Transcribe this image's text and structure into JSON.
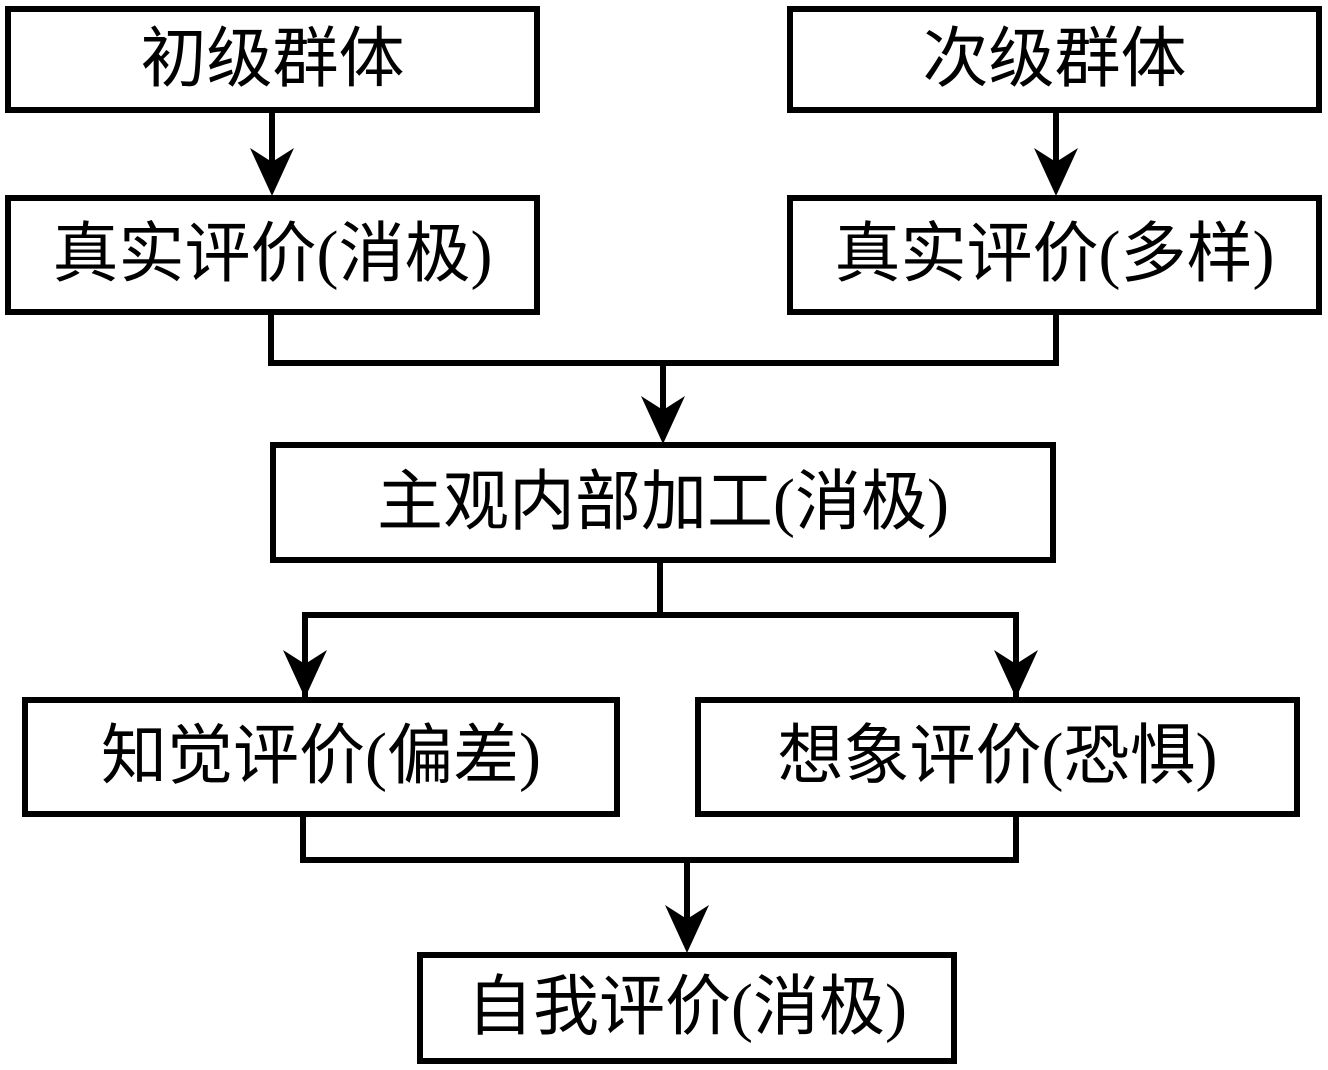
{
  "diagram": {
    "type": "flowchart",
    "background_color": "#ffffff",
    "line_color": "#000000",
    "box_fill_color": "#ffffff",
    "box_border_color": "#000000",
    "nodes": {
      "primary_group": {
        "label": "初级群体"
      },
      "secondary_group": {
        "label": "次级群体"
      },
      "real_eval_negative": {
        "label": "真实评价(消极)"
      },
      "real_eval_diverse": {
        "label": "真实评价(多样)"
      },
      "subjective_processing": {
        "label": "主观内部加工(消极)"
      },
      "perceptual_eval": {
        "label": "知觉评价(偏差)"
      },
      "imaginary_eval": {
        "label": "想象评价(恐惧)"
      },
      "self_eval": {
        "label": "自我评价(消极)"
      }
    },
    "edges": [
      {
        "from": "primary_group",
        "to": "real_eval_negative"
      },
      {
        "from": "secondary_group",
        "to": "real_eval_diverse"
      },
      {
        "from": "real_eval_negative",
        "to": "subjective_processing"
      },
      {
        "from": "real_eval_diverse",
        "to": "subjective_processing"
      },
      {
        "from": "subjective_processing",
        "to": "perceptual_eval"
      },
      {
        "from": "subjective_processing",
        "to": "imaginary_eval"
      },
      {
        "from": "perceptual_eval",
        "to": "self_eval"
      },
      {
        "from": "imaginary_eval",
        "to": "self_eval"
      }
    ]
  }
}
